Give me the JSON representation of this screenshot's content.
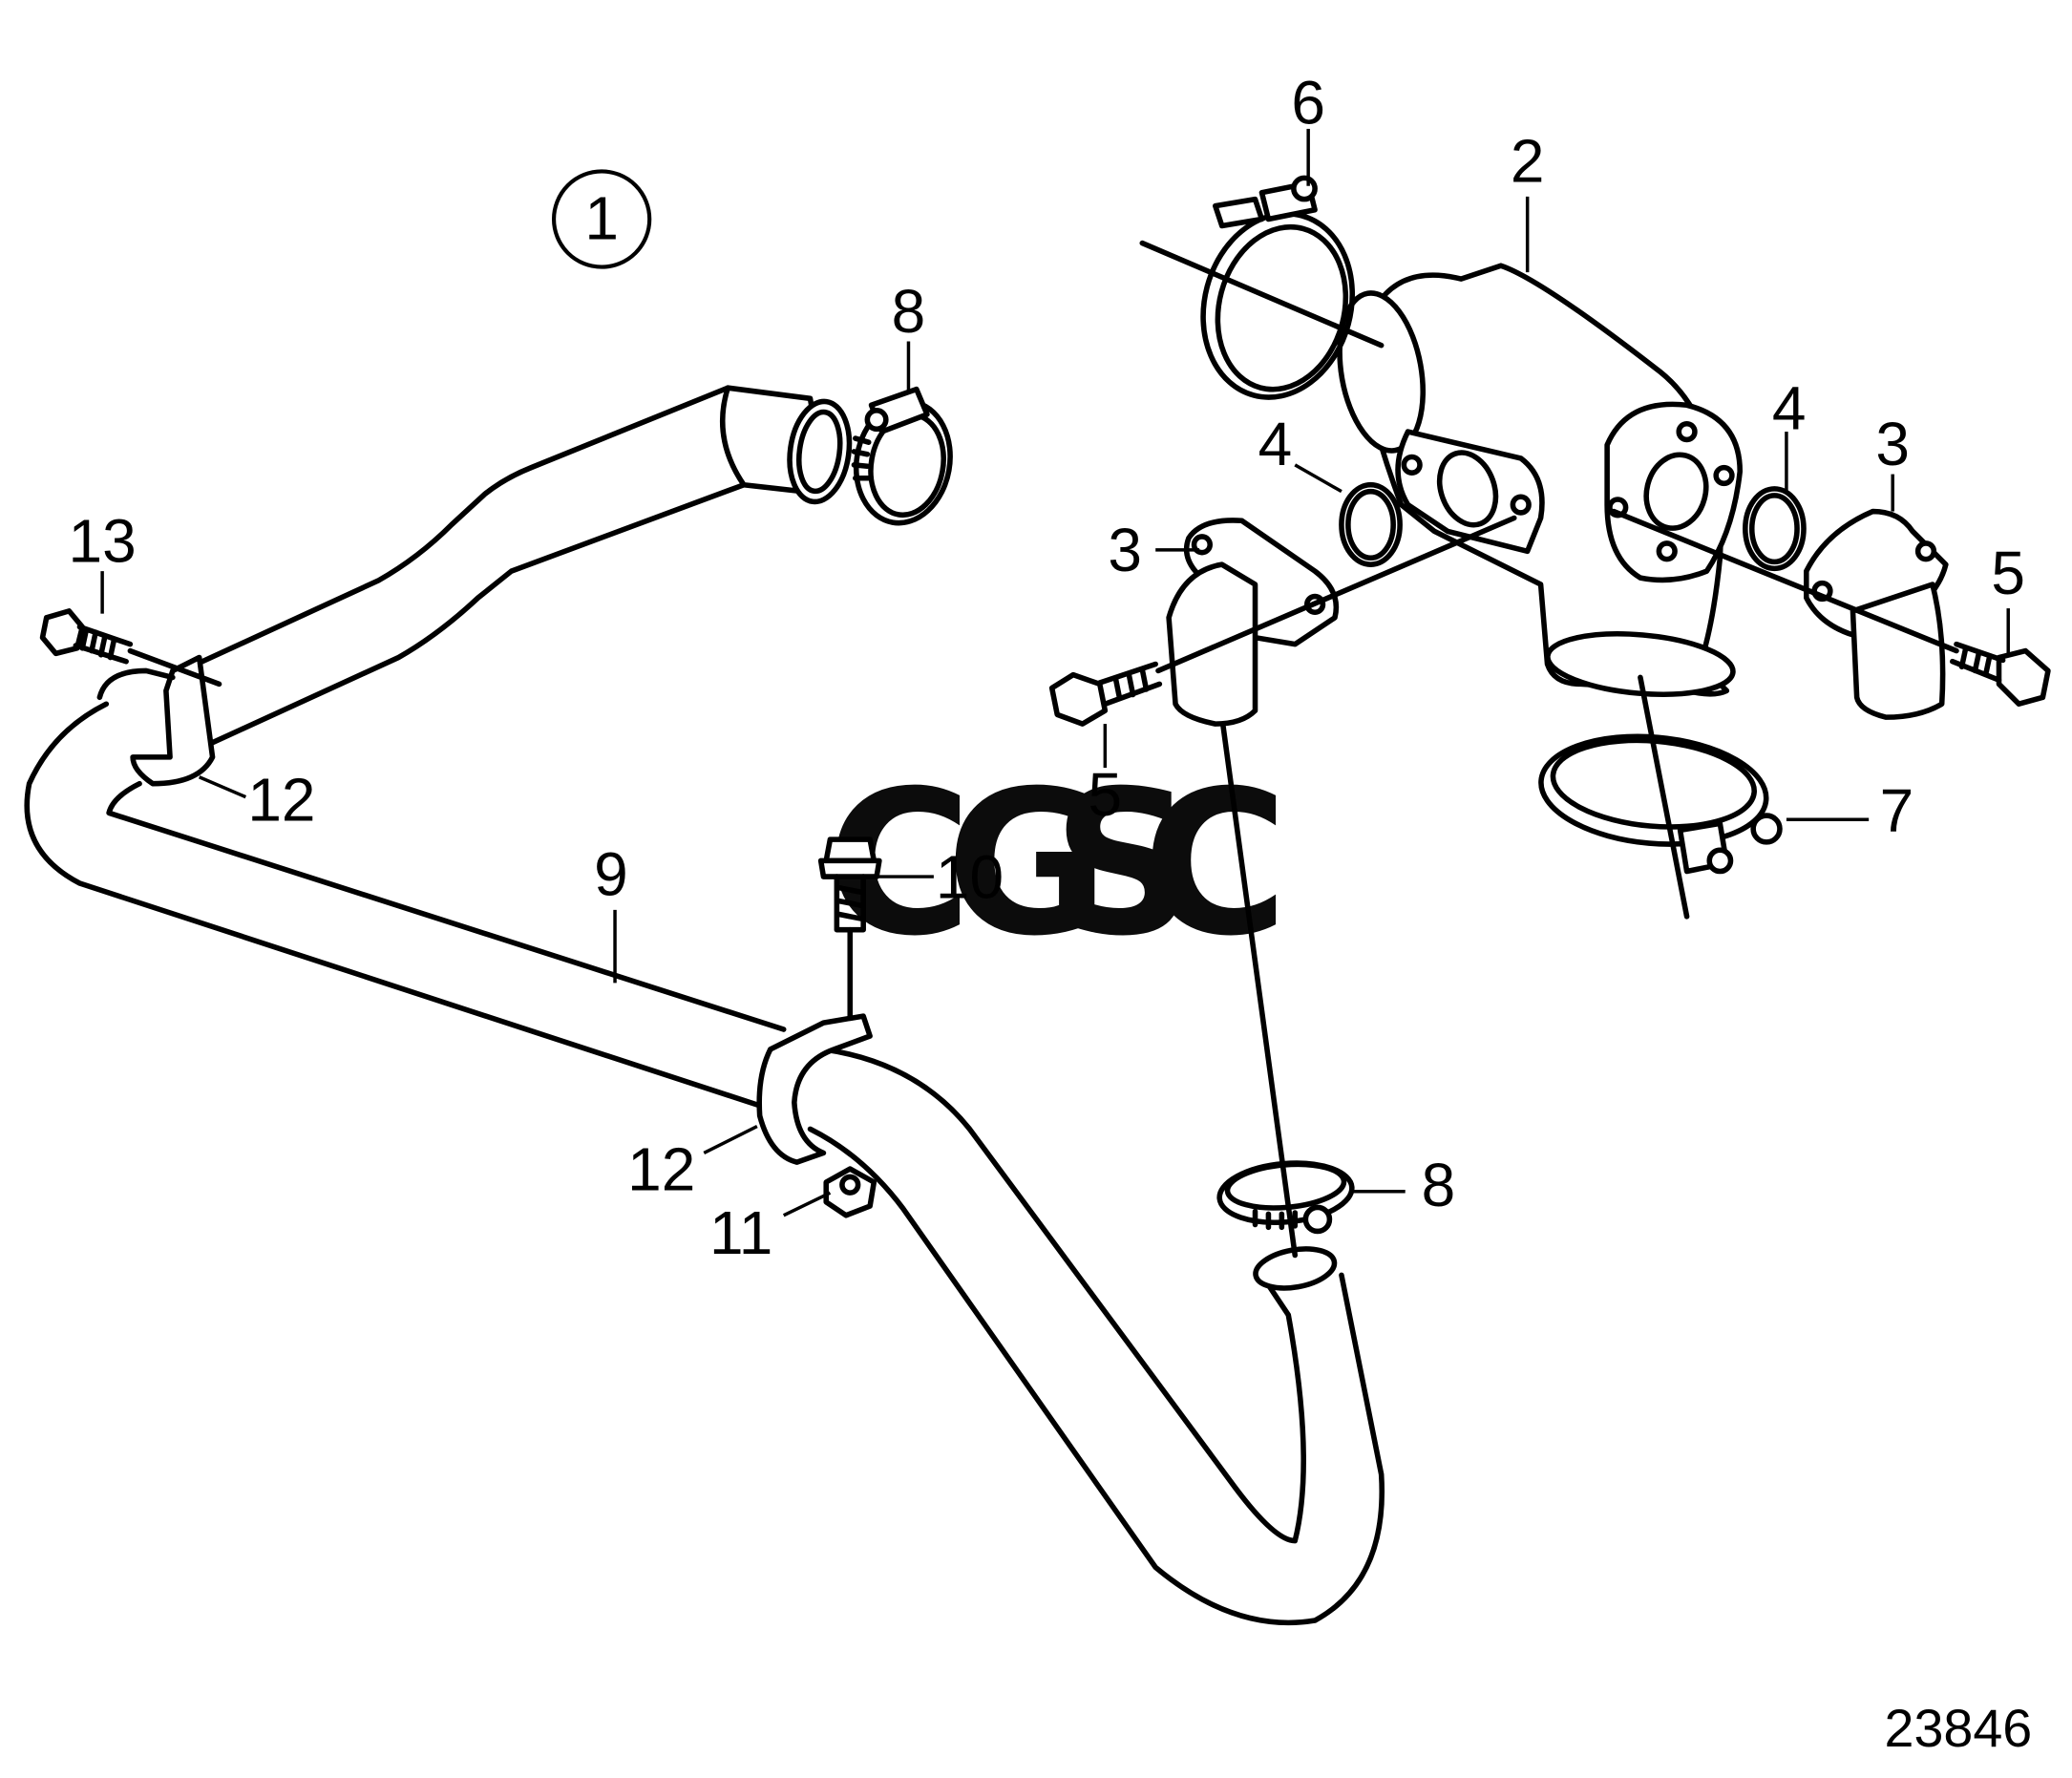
{
  "figure": {
    "assembly_marker": "1",
    "figure_number": "23846"
  },
  "callouts": [
    {
      "id": "6",
      "label": "6"
    },
    {
      "id": "2",
      "label": "2"
    },
    {
      "id": "8a",
      "label": "8"
    },
    {
      "id": "4a",
      "label": "4"
    },
    {
      "id": "4b",
      "label": "4"
    },
    {
      "id": "3a",
      "label": "3"
    },
    {
      "id": "3b",
      "label": "3"
    },
    {
      "id": "5a",
      "label": "5"
    },
    {
      "id": "5b",
      "label": "5"
    },
    {
      "id": "13",
      "label": "13"
    },
    {
      "id": "12a",
      "label": "12"
    },
    {
      "id": "12b",
      "label": "12"
    },
    {
      "id": "9",
      "label": "9"
    },
    {
      "id": "10",
      "label": "10"
    },
    {
      "id": "7",
      "label": "7"
    },
    {
      "id": "8b",
      "label": "8"
    },
    {
      "id": "11",
      "label": "11"
    }
  ],
  "watermark": {
    "letters": [
      "C",
      "G",
      "S",
      "C"
    ],
    "colors": [
      "#7fb0f0",
      "#f0908a",
      "#f5d870",
      "#8fcca8"
    ]
  }
}
